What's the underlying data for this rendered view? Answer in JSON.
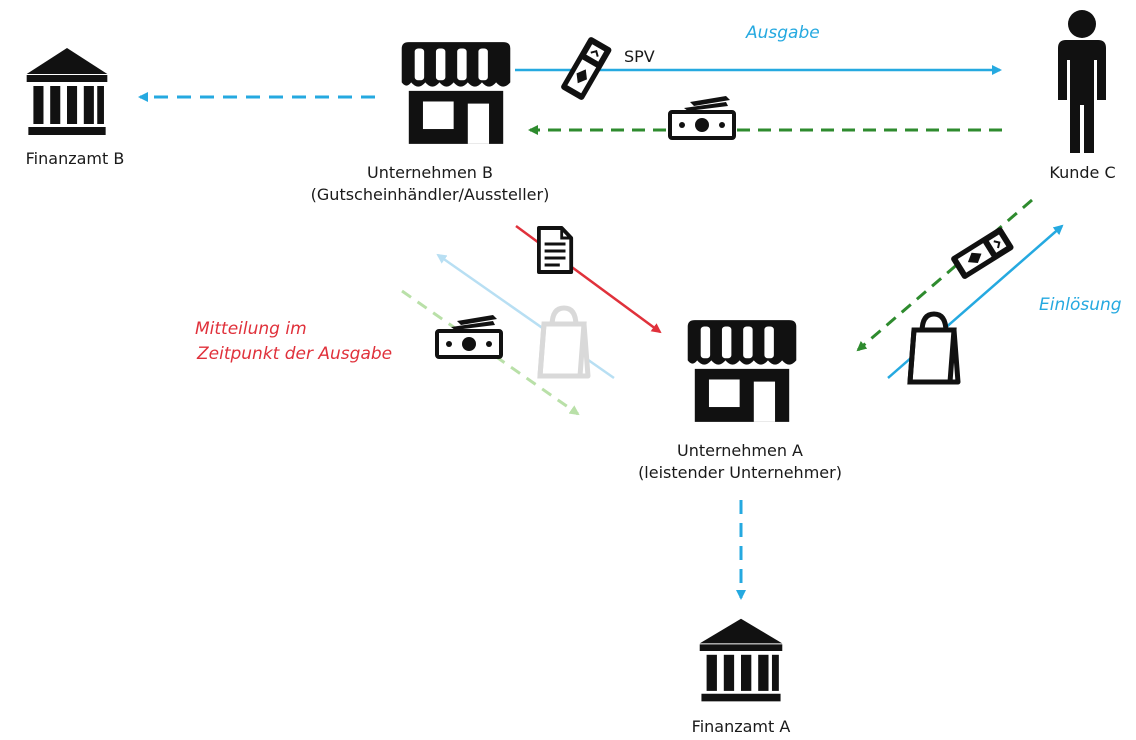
{
  "labels": {
    "finanzamt_b": "Finanzamt B",
    "finanzamt_a": "Finanzamt A",
    "unternehmen_b": "Unternehmen B",
    "unternehmen_b_role": "(Gutscheinhändler/Aussteller)",
    "unternehmen_a": "Unternehmen A",
    "unternehmen_a_role": "(leistender Unternehmer)",
    "kunde_c": "Kunde C",
    "spv": "SPV",
    "ausgabe": "Ausgabe",
    "einloesung": "Einlösung",
    "mitteilung_line1": "Mitteilung im",
    "mitteilung_line2": "Zeitpunkt der Ausgabe"
  },
  "colors": {
    "blue": "#25a9e0",
    "green": "#2e8b2e",
    "red": "#e0313b",
    "light_blue": "#b8dff3",
    "light_green": "#b9e0a8",
    "icon": "#111111",
    "faded_icon": "#d9d9d9"
  },
  "icons": {
    "bank": "bank-icon",
    "shop": "shop-icon",
    "person": "person-icon",
    "voucher": "voucher-icon",
    "cash": "cash-icon",
    "document": "document-icon",
    "bag": "shopping-bag-icon"
  }
}
